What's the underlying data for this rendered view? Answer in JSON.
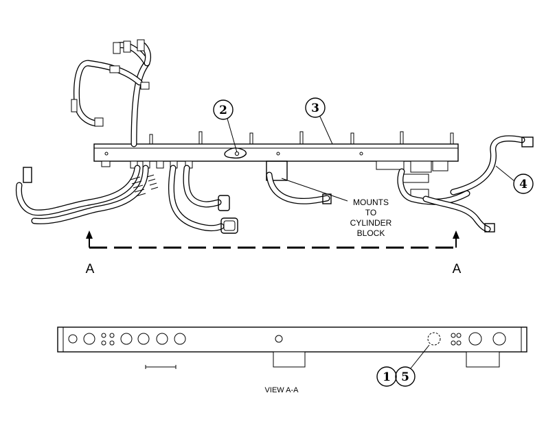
{
  "callouts": {
    "c1": "1",
    "c2": "2",
    "c3": "3",
    "c4": "4",
    "c5": "5"
  },
  "note": {
    "line1": "MOUNTS",
    "line2": "TO",
    "line3": "CYLINDER",
    "line4": "BLOCK"
  },
  "section": {
    "left": "A",
    "right": "A"
  },
  "view_caption": "VIEW A-A"
}
